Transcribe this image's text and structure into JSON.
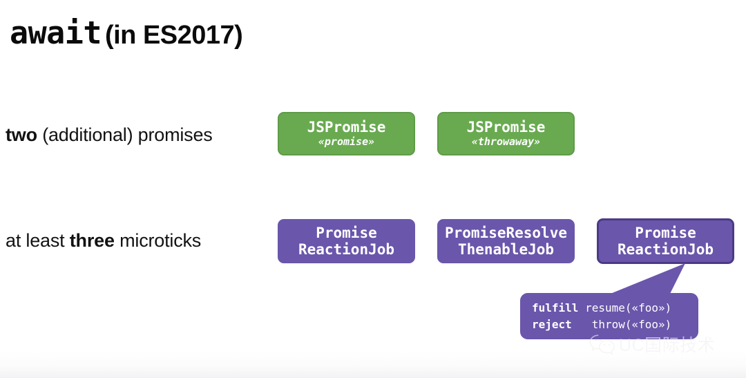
{
  "slide": {
    "title": {
      "code_part": "await",
      "text_part": "(in ES2017)"
    },
    "rows": [
      {
        "label_html_prefix": "two",
        "label_rest": " (additional) promises"
      },
      {
        "label_html_prefix": "three",
        "label_rest": " microticks"
      }
    ],
    "labels": {
      "promises_bold": "two",
      "promises_rest": " (additional) promises",
      "microticks_pre": "at least ",
      "microticks_bold": "three",
      "microticks_post": " microticks"
    },
    "nodes": {
      "promise": {
        "title": "JSPromise",
        "subtitle": "«promise»",
        "color": "#69aa50"
      },
      "throwaway": {
        "title": "JSPromise",
        "subtitle": "«throwaway»",
        "color": "#69aa50"
      },
      "reaction_job_1": {
        "line1": "Promise",
        "line2": "ReactionJob",
        "color": "#6a56ab"
      },
      "resolve_thenable_job": {
        "line1": "PromiseResolve",
        "line2": "ThenableJob",
        "color": "#6a56ab"
      },
      "reaction_job_2": {
        "line1": "Promise",
        "line2": "ReactionJob",
        "color": "#6a56ab",
        "border": "#4b3a86",
        "highlighted": true
      }
    },
    "callout": {
      "row1_key": "fulfill",
      "row1_value": "resume(«foo»)",
      "row2_key": "reject",
      "row2_value": "throw(«foo»)",
      "background": "#6a56ab"
    },
    "watermark": {
      "text": "UC国际技术",
      "icon": "wechat-icon"
    },
    "colors": {
      "background": "#ffffff",
      "green": "#69aa50",
      "green_border": "#5e9b47",
      "purple": "#6a56ab",
      "purple_border_dark": "#4b3a86",
      "text": "#121212"
    }
  }
}
